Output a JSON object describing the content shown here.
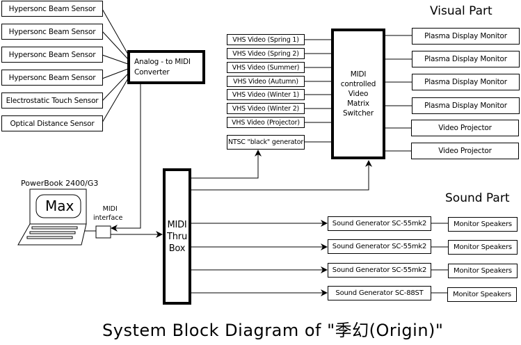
{
  "diagram": {
    "title": "System Block Diagram of \"季幻(Origin)\"",
    "sections": {
      "visual_heading": "Visual Part",
      "sound_heading": "Sound Part"
    },
    "sensors": [
      {
        "label": "Hypersonc Beam Sensor"
      },
      {
        "label": "Hypersonc Beam Sensor"
      },
      {
        "label": "Hypersonc Beam Sensor"
      },
      {
        "label": "Hypersonc Beam Sensor"
      },
      {
        "label": "Electrostatic Touch Sensor"
      },
      {
        "label": "Optical Distance Sensor"
      }
    ],
    "converter": {
      "line1": "Analog - to MIDI",
      "line2": "Converter"
    },
    "computer": {
      "label": "PowerBook 2400/G3",
      "screen_text": "Max"
    },
    "midi_interface": {
      "line1": "MIDI",
      "line2": "interface"
    },
    "thru_box": {
      "line1": "MIDI",
      "line2": "Thru",
      "line3": "Box"
    },
    "video_sources": [
      {
        "label": "VHS Video (Spring 1)"
      },
      {
        "label": "VHS Video (Spring 2)"
      },
      {
        "label": "VHS Video (Summer)"
      },
      {
        "label": "VHS Video (Autumn)"
      },
      {
        "label": "VHS Video (Winter 1)"
      },
      {
        "label": "VHS Video (Winter 2)"
      },
      {
        "label": "VHS Video (Projector)"
      }
    ],
    "ntsc_generator": {
      "label": "NTSC \"black\" generator"
    },
    "matrix_switcher": {
      "line1": "MIDI",
      "line2": "controlled",
      "line3": "Video",
      "line4": "Matrix",
      "line5": "Switcher"
    },
    "video_outputs": [
      {
        "label": "Plasma Display Monitor"
      },
      {
        "label": "Plasma Display Monitor"
      },
      {
        "label": "Plasma Display Monitor"
      },
      {
        "label": "Plasma Display Monitor"
      },
      {
        "label": "Video Projector"
      },
      {
        "label": "Video Projector"
      }
    ],
    "sound_generators": [
      {
        "label": "Sound Generator SC-55mk2"
      },
      {
        "label": "Sound Generator SC-55mk2"
      },
      {
        "label": "Sound Generator SC-55mk2"
      },
      {
        "label": "Sound Generator SC-88ST"
      }
    ],
    "speakers": [
      {
        "label": "Monitor Speakers"
      },
      {
        "label": "Monitor Speakers"
      },
      {
        "label": "Monitor Speakers"
      },
      {
        "label": "Monitor Speakers"
      }
    ]
  }
}
